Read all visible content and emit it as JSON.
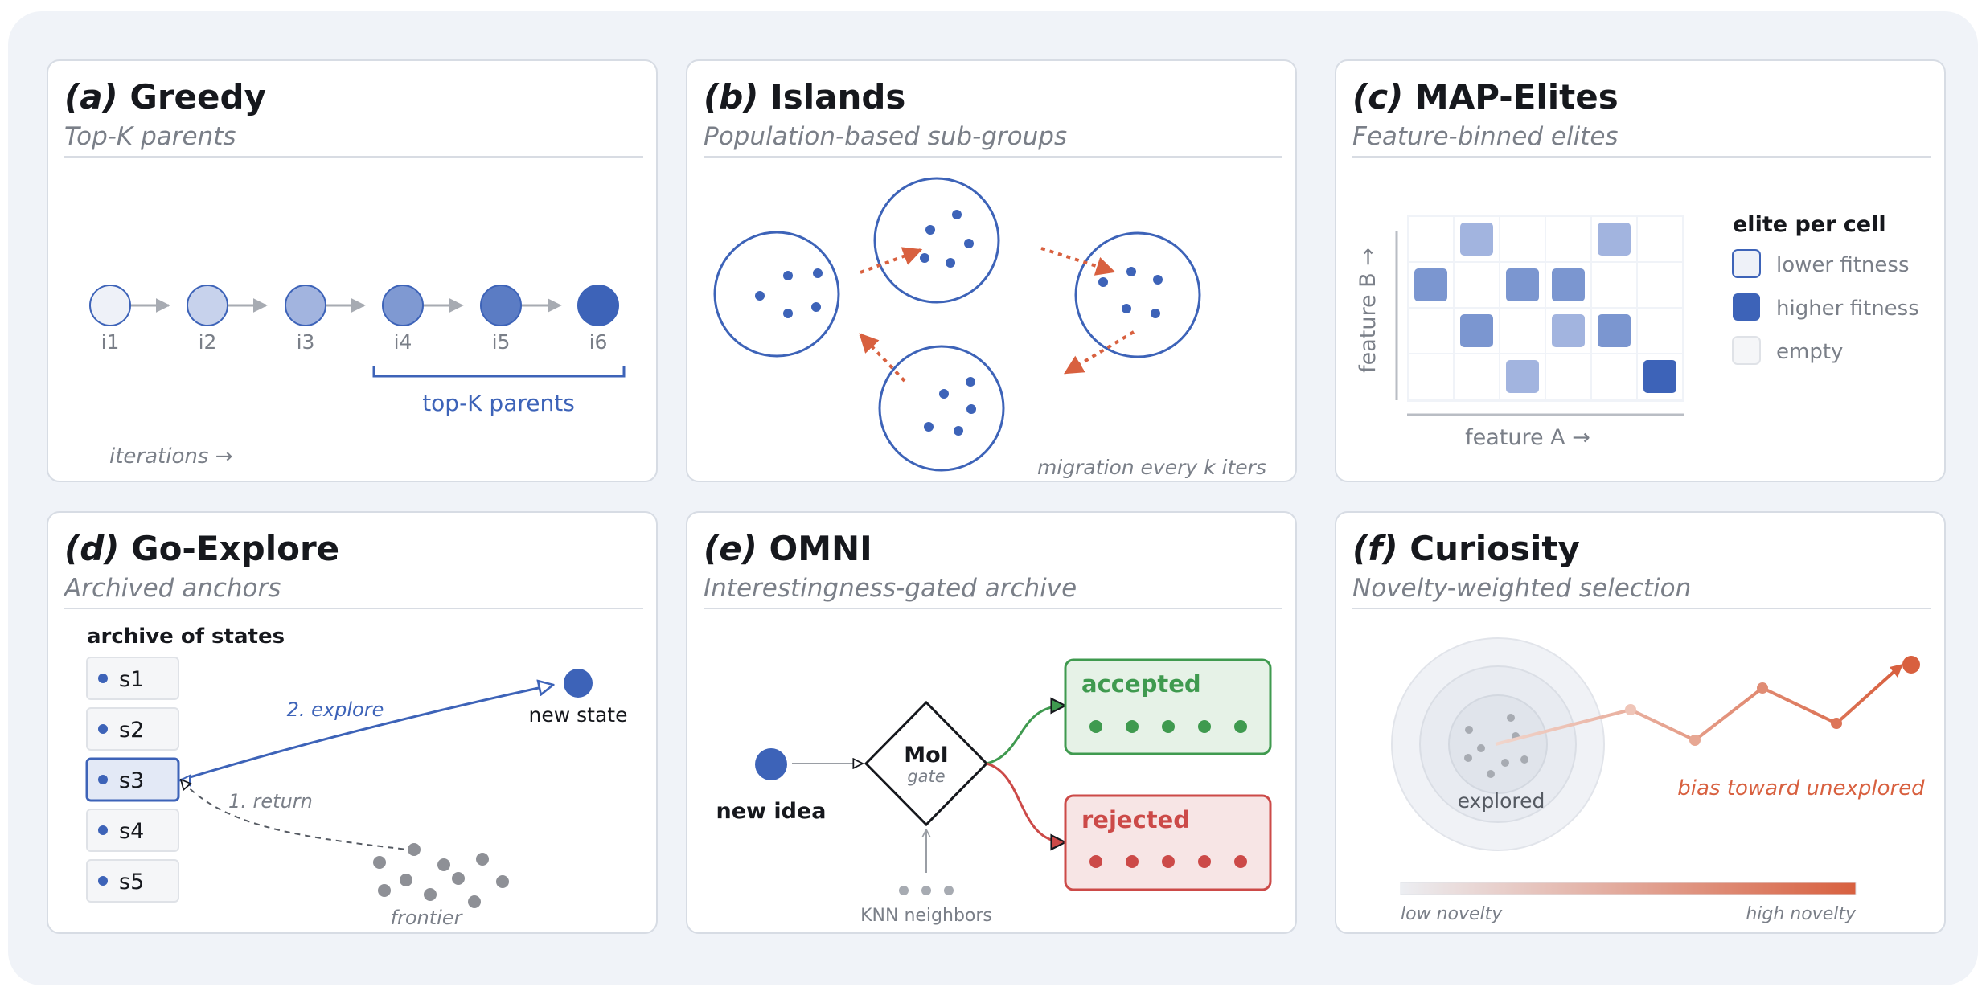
{
  "colors": {
    "blue": "#3d63b8",
    "orange": "#d8603f",
    "green": "#3f9a4f",
    "red": "#cc4a48",
    "gray": "#8e9096"
  },
  "panels": {
    "a": {
      "tag": "(a)",
      "name": "Greedy",
      "subtitle": "Top-K parents",
      "nodes": [
        "i1",
        "i2",
        "i3",
        "i4",
        "i5",
        "i6"
      ],
      "bracket_label": "top-K parents",
      "axis_label": "iterations →"
    },
    "b": {
      "tag": "(b)",
      "name": "Islands",
      "subtitle": "Population-based sub-groups",
      "note": "migration every k iters"
    },
    "c": {
      "tag": "(c)",
      "name": "MAP-Elites",
      "subtitle": "Feature-binned elites",
      "x_axis": "feature A →",
      "y_axis": "feature B →",
      "grid": [
        [
          0,
          2,
          0,
          0,
          2,
          0
        ],
        [
          3,
          0,
          3,
          3,
          0,
          0
        ],
        [
          0,
          3,
          0,
          2,
          3,
          0
        ],
        [
          0,
          0,
          2,
          0,
          0,
          4
        ]
      ],
      "legend_title": "elite per cell",
      "legend": [
        "lower fitness",
        "higher fitness",
        "empty"
      ]
    },
    "d": {
      "tag": "(d)",
      "name": "Go-Explore",
      "subtitle": "Archived anchors",
      "archive_title": "archive of states",
      "states": [
        "s1",
        "s2",
        "s3",
        "s4",
        "s5"
      ],
      "selected_state": "s3",
      "explore_label": "2. explore",
      "return_label": "1. return",
      "new_state_label": "new state",
      "frontier_label": "frontier"
    },
    "e": {
      "tag": "(e)",
      "name": "OMNI",
      "subtitle": "Interestingness-gated archive",
      "input_label": "new idea",
      "gate_title": "MoI",
      "gate_sub": "gate",
      "accepted_label": "accepted",
      "rejected_label": "rejected",
      "knn_label": "KNN neighbors"
    },
    "f": {
      "tag": "(f)",
      "name": "Curiosity",
      "subtitle": "Novelty-weighted selection",
      "explored_label": "explored",
      "bias_label": "bias toward unexplored",
      "scale_low": "low novelty",
      "scale_high": "high novelty"
    }
  }
}
